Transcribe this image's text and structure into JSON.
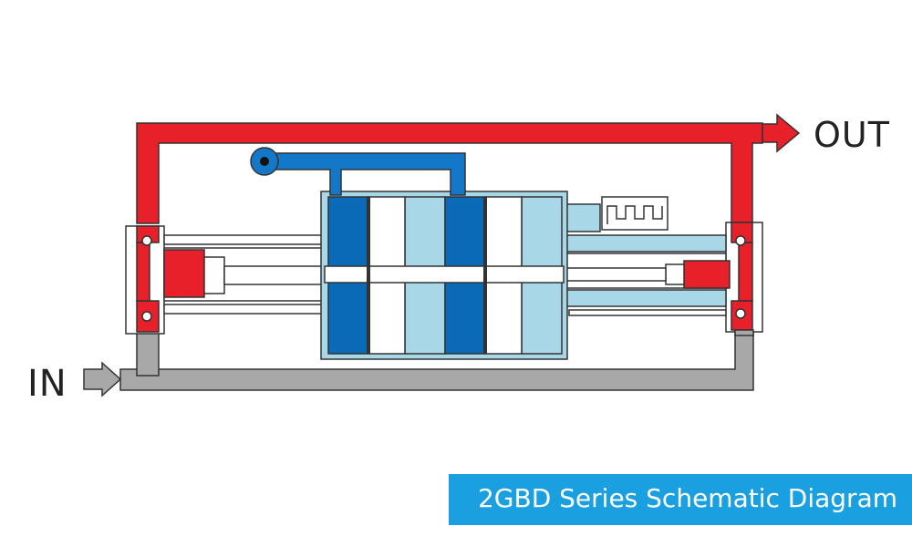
{
  "labels": {
    "outlet": "OUT",
    "inlet": "IN"
  },
  "caption": "2GBD Series Schematic Diagram",
  "colors": {
    "outlet_flow": "#e8202a",
    "inlet_flow": "#a8a8a8",
    "drive_dark_blue": "#0a6ab8",
    "drive_light_blue": "#a8d8e8",
    "pilot_line_blue": "#1478c8",
    "caption_bar": "#1aa0e0",
    "outline": "#333333"
  }
}
